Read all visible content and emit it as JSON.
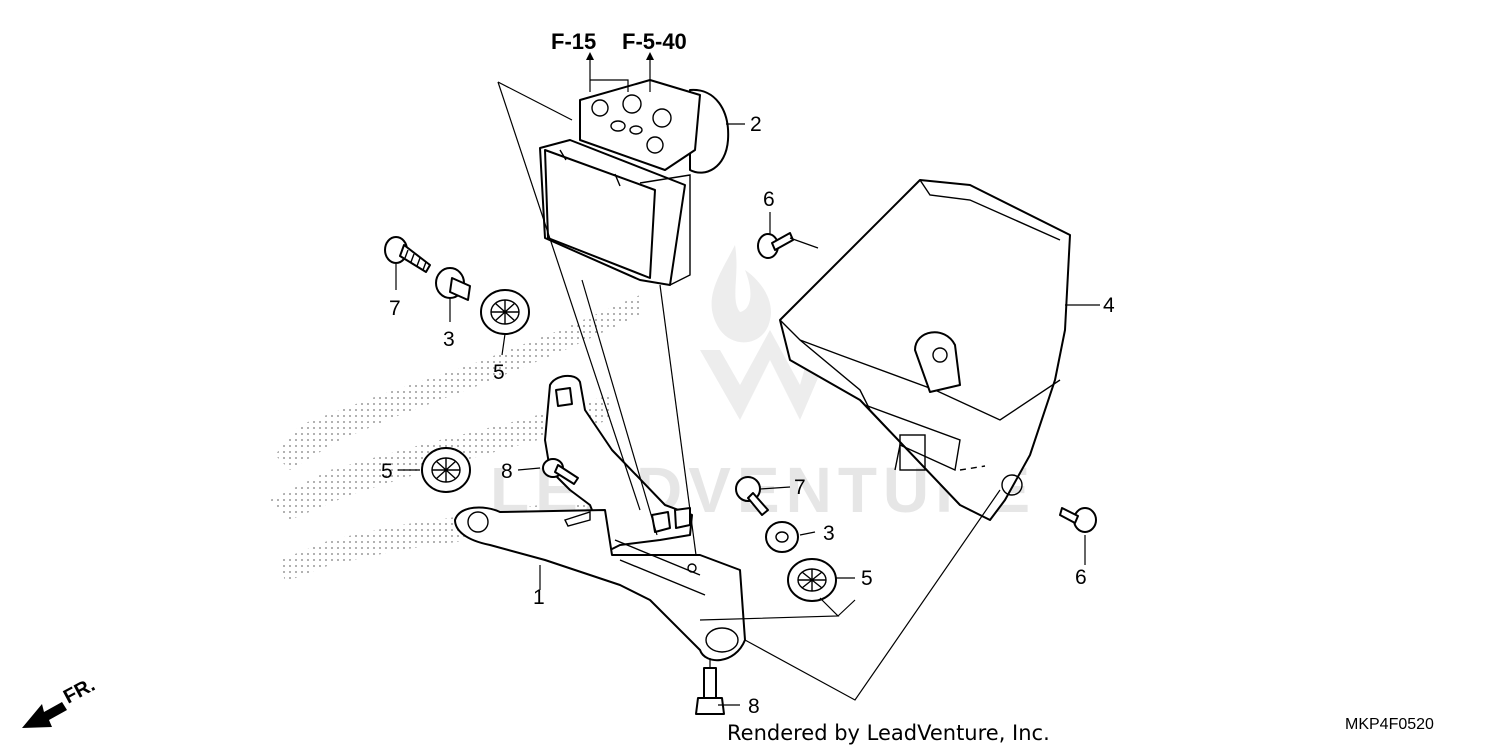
{
  "diagram": {
    "refs": {
      "r1": "F-15",
      "r2": "F-5-40"
    },
    "callouts": {
      "c1": "1",
      "c2": "2",
      "c3a": "3",
      "c3b": "3",
      "c4": "4",
      "c5a": "5",
      "c5b": "5",
      "c5c": "5",
      "c6a": "6",
      "c6b": "6",
      "c7a": "7",
      "c7b": "7",
      "c8a": "8",
      "c8b": "8"
    },
    "direction_label": "FR.",
    "watermark": "LEADVENTURE",
    "footer_credit": "Rendered by LeadVenture, Inc.",
    "diagram_code": "MKP4F0520"
  }
}
